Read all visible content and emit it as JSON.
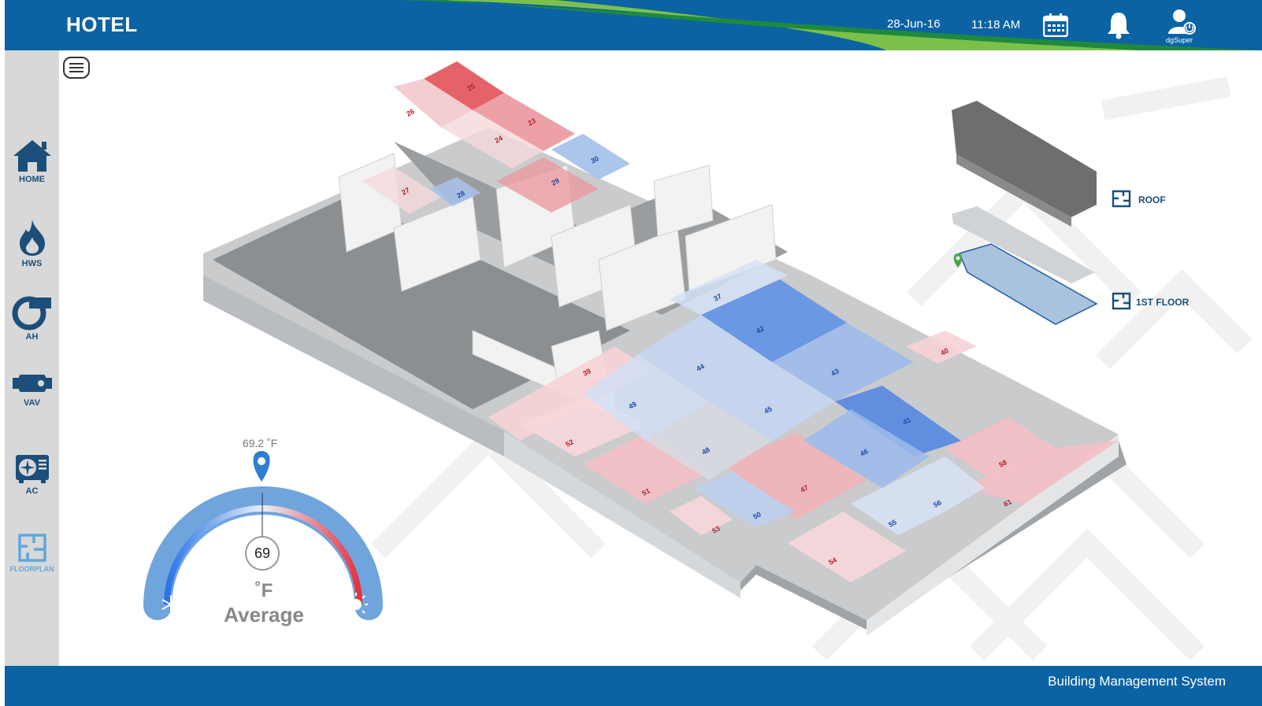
{
  "header": {
    "app_title": "HOTEL",
    "date": "28-Jun-16",
    "time": "11:18 AM",
    "calendar_icon": "calendar-icon",
    "notifications_icon": "bell-icon",
    "user_icon": "user-power-icon",
    "username": "dgSuper",
    "room_title": "BANQUET ROOM-KITCHEN"
  },
  "sidebar": {
    "items": [
      {
        "label": "HOME",
        "icon": "home-icon"
      },
      {
        "label": "HWS",
        "icon": "flame-icon"
      },
      {
        "label": "AH",
        "icon": "blower-icon"
      },
      {
        "label": "VAV",
        "icon": "vav-box-icon"
      },
      {
        "label": "AC",
        "icon": "ac-unit-icon"
      },
      {
        "label": "FLOORPLAN",
        "icon": "floorplan-icon"
      }
    ],
    "active": "FLOORPLAN"
  },
  "menu_icon": "hamburger-menu-icon",
  "floors": {
    "roof_label": "ROOF",
    "first_floor_label": "1ST FLOOR",
    "current": "1ST FLOOR"
  },
  "zones": {
    "heating": [
      "25",
      "26",
      "23",
      "24",
      "27",
      "29",
      "39",
      "40",
      "52",
      "51",
      "47",
      "53",
      "54",
      "58",
      "61"
    ],
    "cooling": [
      "30",
      "28",
      "37",
      "42",
      "43",
      "44",
      "45",
      "49",
      "48",
      "41",
      "46",
      "50",
      "55",
      "56"
    ]
  },
  "gauge": {
    "value": "69.2 ˚F",
    "center": "69",
    "unit": "˚F",
    "label": "Average",
    "cold_icon": "snowflake-icon",
    "warm_icon": "sun-icon"
  },
  "footer": {
    "text": "Building Management System"
  },
  "colors": {
    "primary": "#0b63a3",
    "accent_green": "#8cc63f",
    "heat": "#d63a4a",
    "cool": "#2d6fd0"
  }
}
